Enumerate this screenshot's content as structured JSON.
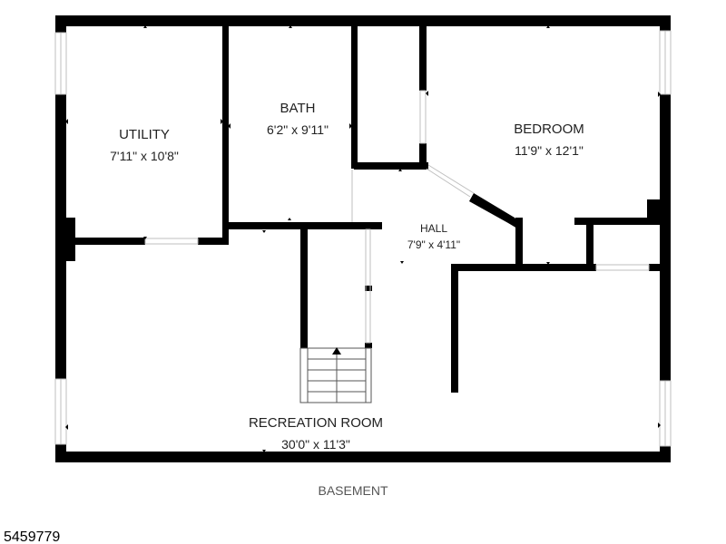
{
  "floor": {
    "caption": "BASEMENT",
    "listing_id": "5459779"
  },
  "rooms": {
    "utility": {
      "name": "UTILITY",
      "dimensions": "7'11\" x 10'8\""
    },
    "bath": {
      "name": "BATH",
      "dimensions": "6'2\" x 9'11\""
    },
    "bedroom": {
      "name": "BEDROOM",
      "dimensions": "11'9\" x 12'1\""
    },
    "hall": {
      "name": "HALL",
      "dimensions": "7'9\" x 4'11\""
    },
    "recreation": {
      "name": "RECREATION ROOM",
      "dimensions": "30'0\" x 11'3\""
    }
  },
  "colors": {
    "wall": "#000000",
    "text": "#222222",
    "caption": "#555555",
    "window": "#bfbfbf"
  }
}
